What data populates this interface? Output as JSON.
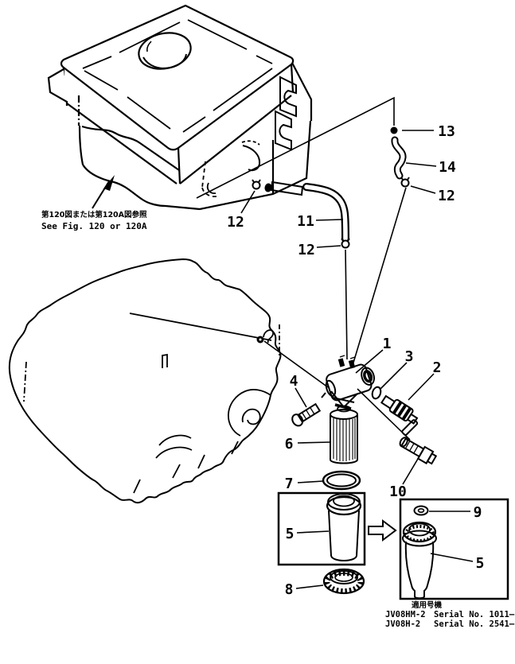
{
  "page": {
    "background_color": "#ffffff",
    "ink_color": "#000000",
    "kind": "engine fuel filter exploded parts diagram"
  },
  "notes": {
    "see_fig_jp": "第120図または第120A図参照",
    "see_fig_en": "See Fig. 120 or 120A",
    "serial_header_jp": "適用号機",
    "serial_rows": [
      {
        "model": "JV08HM-2",
        "serial": "Serial No. 1011–"
      },
      {
        "model": "JV08H-2",
        "serial": "Serial No. 2541–"
      }
    ]
  },
  "callouts": [
    {
      "num": "13"
    },
    {
      "num": "14"
    },
    {
      "num": "12"
    },
    {
      "num": "12"
    },
    {
      "num": "11"
    },
    {
      "num": "12"
    },
    {
      "num": "1"
    },
    {
      "num": "3"
    },
    {
      "num": "2"
    },
    {
      "num": "4"
    },
    {
      "num": "6"
    },
    {
      "num": "7"
    },
    {
      "num": "10"
    },
    {
      "num": "5"
    },
    {
      "num": "8"
    },
    {
      "num": "9"
    },
    {
      "num": "5"
    }
  ]
}
